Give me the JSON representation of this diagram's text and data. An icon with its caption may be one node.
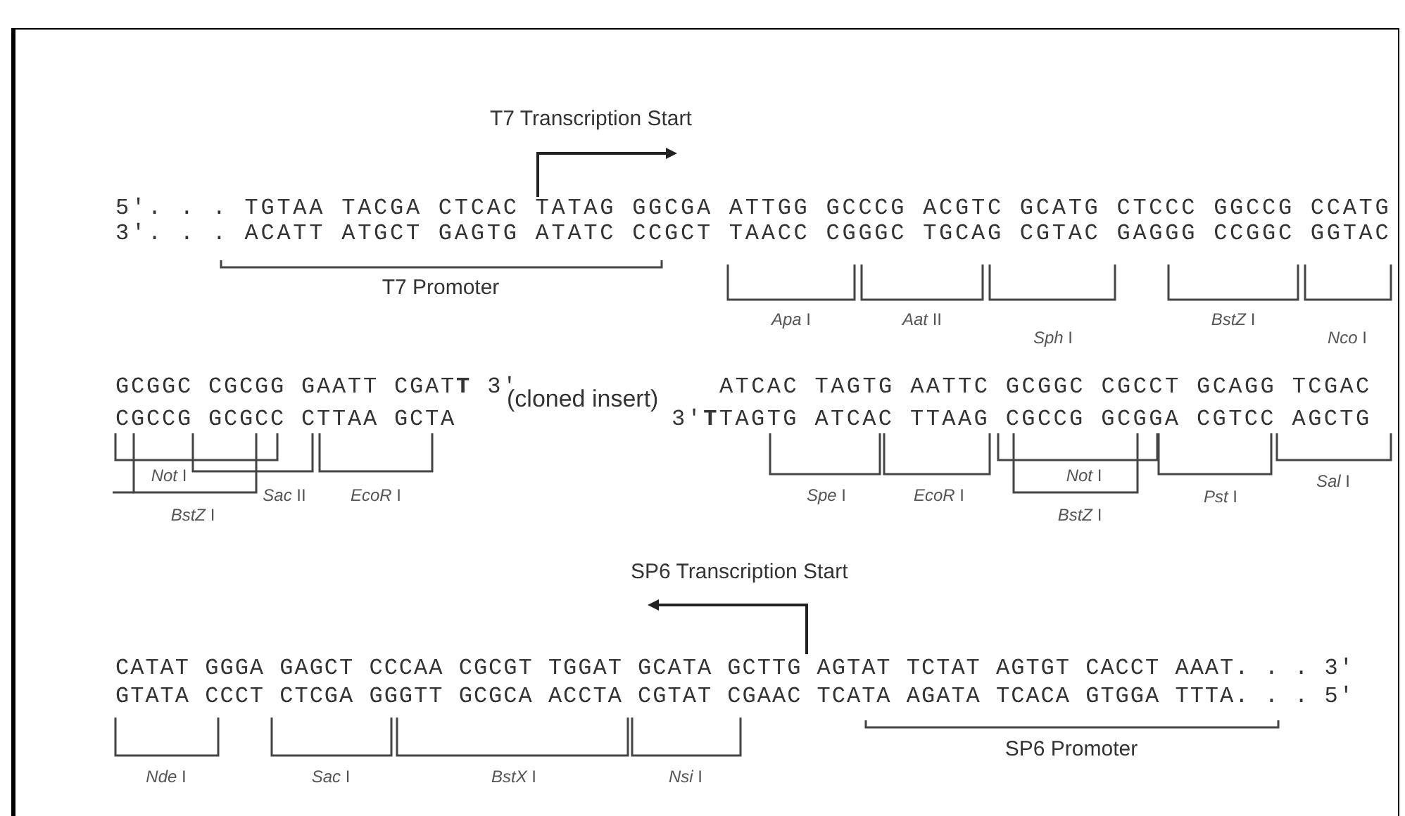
{
  "diagram": {
    "labels": [
      "T7 Transcription Start",
      "5′. . . TGTAA TACGA CTCAC TATAG GGCGA ATTGG GCCCG ACGTC GCATG CTCCC GGCCG CCATG",
      "3′. . . ACATT ATGCT GAGTG ATATC CCGCT TAACC CGGGC TGCAG CGTAC GAGGG CCGGC GGTAC",
      "T7 Promoter",
      "*Apa* I",
      "*Aat* II",
      "*Sph* I",
      "*BstZ* I",
      "*Nco* I",
      "GCGGC CGCGG GAATT CGAT**T** 3′",
      "(cloned insert)",
      "ATCAC TAGTG AATTC GCGGC CGCCT GCAGG TCGAC",
      "CGCCG GCGCC CTTAA GCTA",
      "3′**T**TAGTG ATCAC TTAAG CGCCG GCGGA CGTCC AGCTG",
      "*Not* I",
      "*Sac* II",
      "*BstZ* I",
      "*EcoR* I",
      "*Spe* I",
      "*EcoR* I",
      "*Not* I",
      "*Pst* I",
      "*Sal* I",
      "*BstZ* I",
      "SP6 Transcription Start",
      "CATAT GGGA GAGCT CCCAA CGCGT TGGAT GCATA GCTTG AGTAT TCTAT AGTGT CACCT AAAT. . . 3′",
      "GTATA CCCT CTCGA GGGTT GCGCA ACCTA CGTAT CGAAC TCATA AGATA TCACA GTGGA TTTA. . . 5′",
      "*Nde* I",
      "*Sac* I",
      "*BstX* I",
      "*Nsi* I",
      "SP6 Promoter"
    ]
  }
}
